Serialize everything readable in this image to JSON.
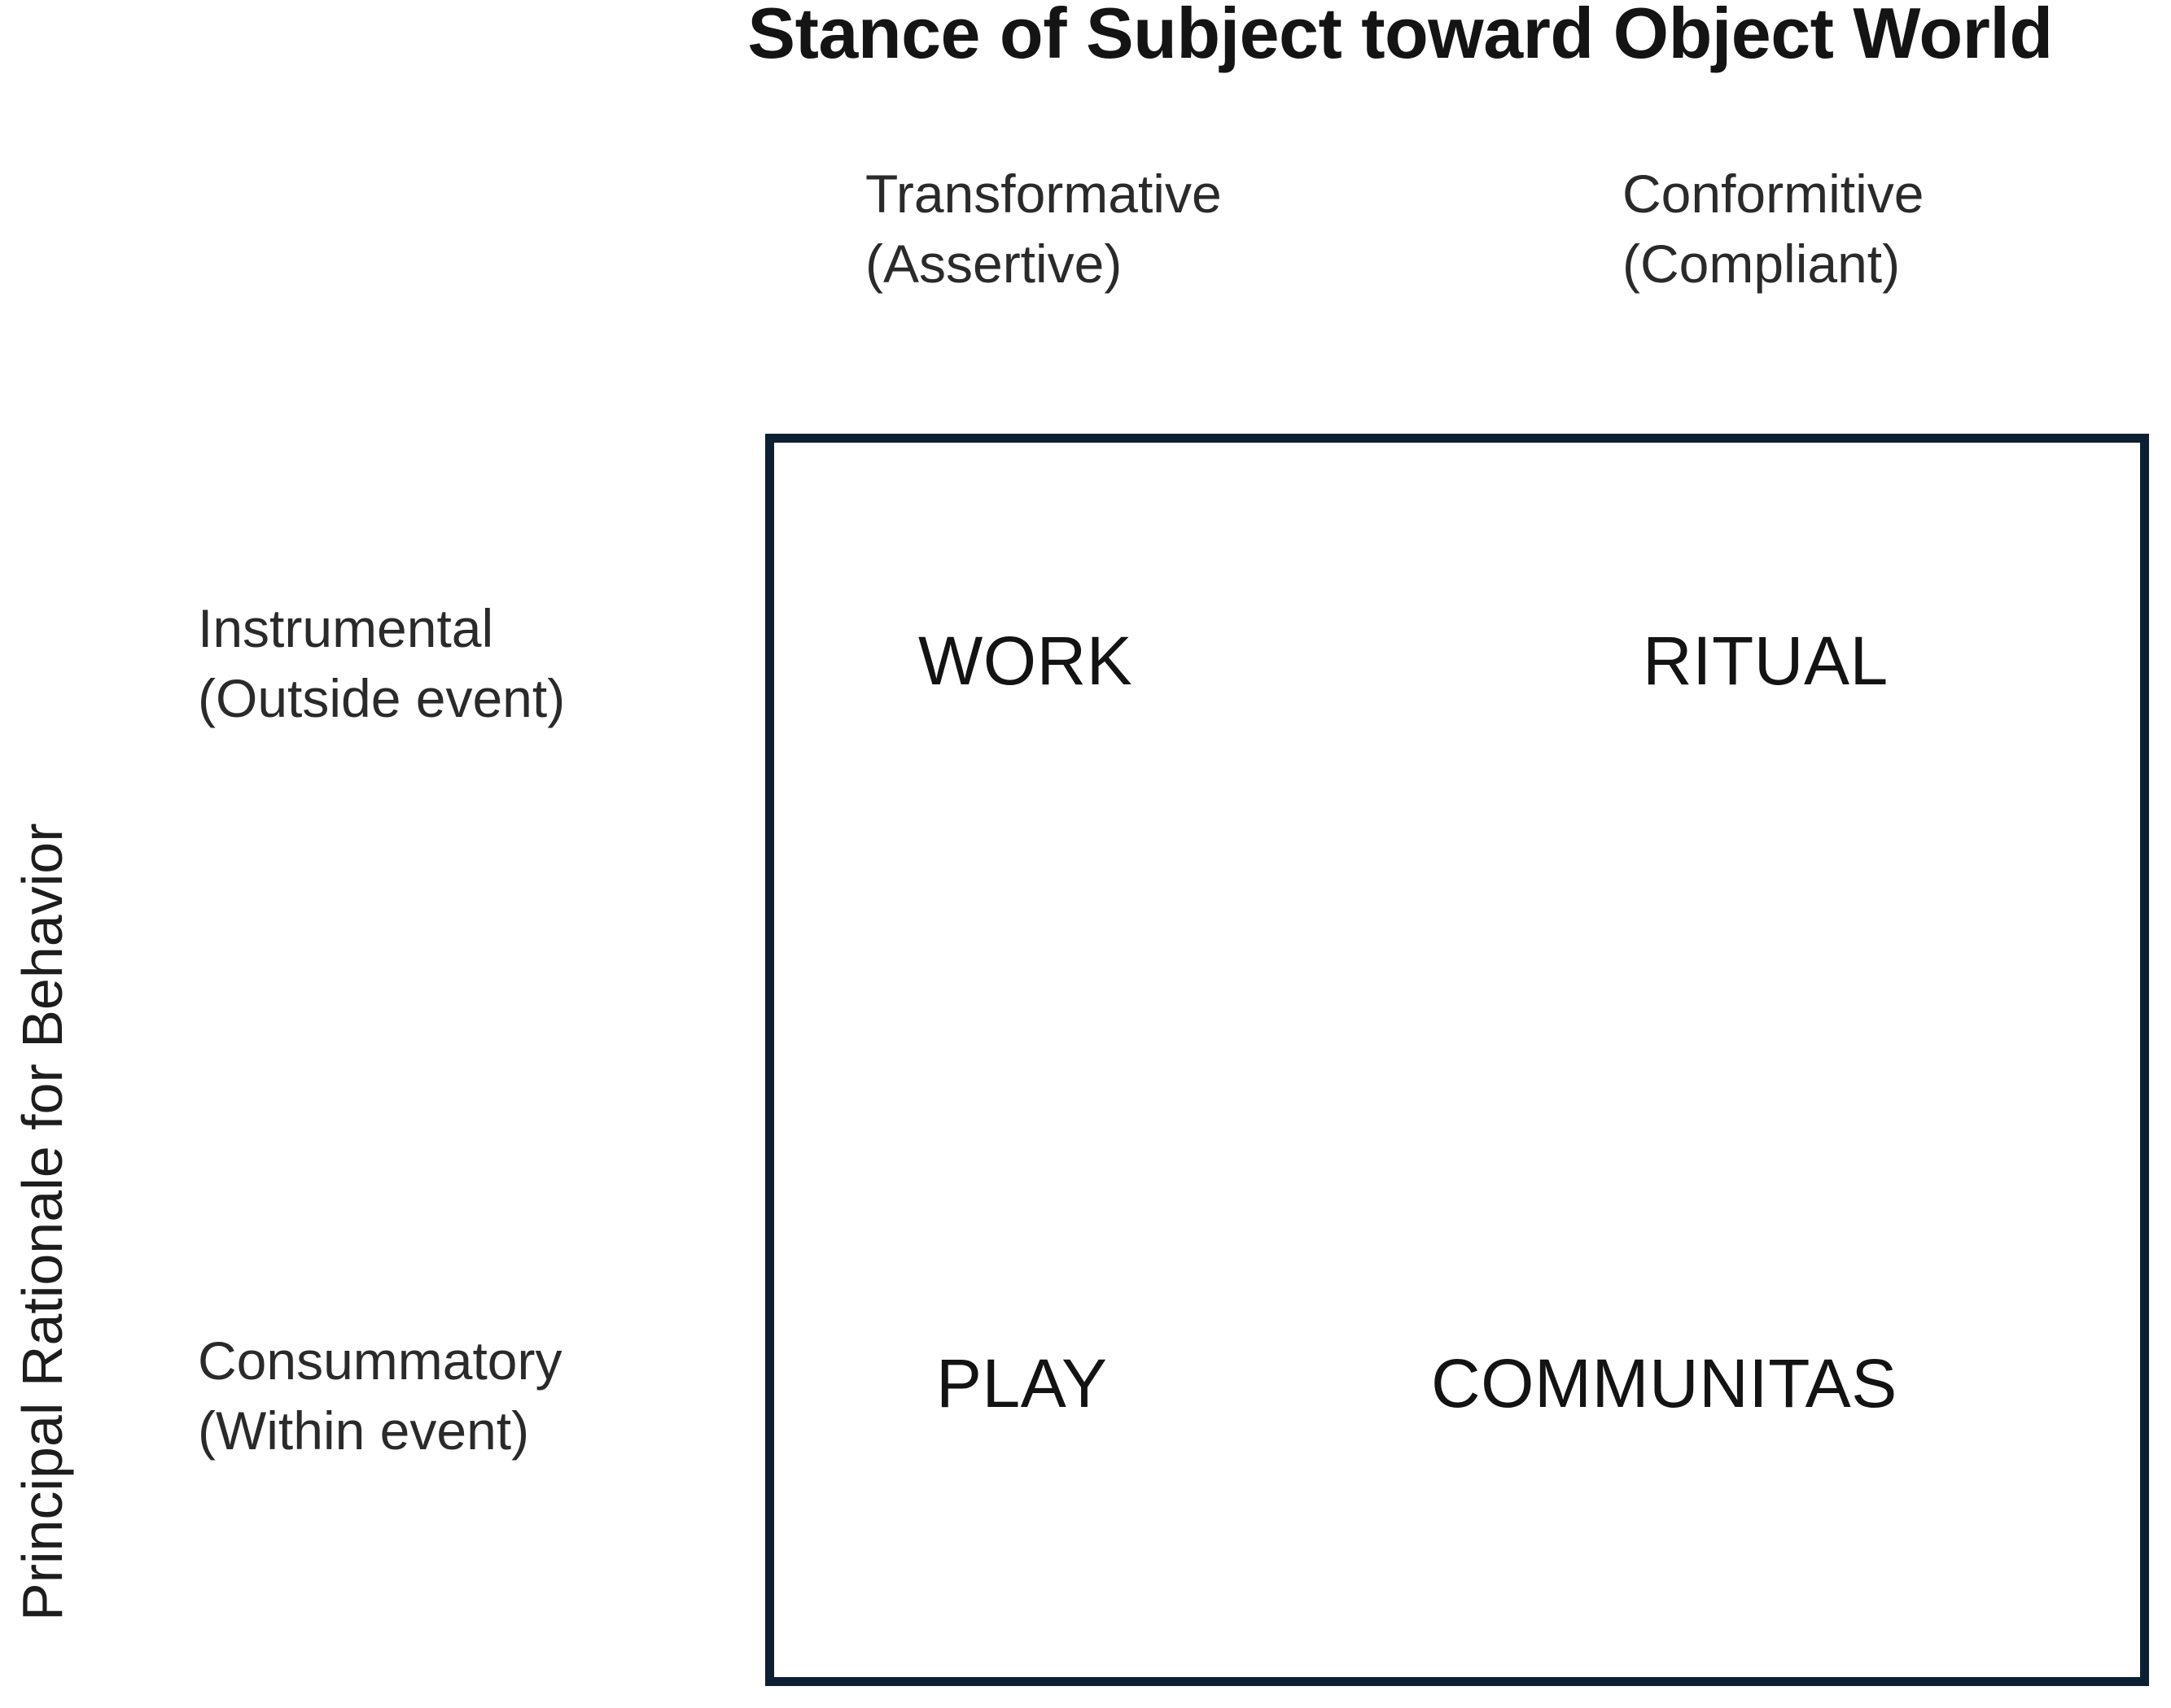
{
  "diagram": {
    "title": "Stance of Subject toward Object World",
    "x_axis_title": "Stance of Subject toward Object World",
    "y_axis_title": "Principal Rationale for Behavior",
    "border_color": "#0d2033",
    "background_color": "#ffffff",
    "text_color": "#171717",
    "columns": [
      {
        "label": "Transformative",
        "sublabel": "(Assertive)"
      },
      {
        "label": "Conformitive",
        "sublabel": "(Compliant)"
      }
    ],
    "rows": [
      {
        "label": "Instrumental",
        "sublabel": "(Outside event)"
      },
      {
        "label": "Consummatory",
        "sublabel": "(Within event)"
      }
    ],
    "cells": [
      {
        "row": "Instrumental",
        "column": "Transformative",
        "label": "WORK"
      },
      {
        "row": "Instrumental",
        "column": "Conformitive",
        "label": "RITUAL"
      },
      {
        "row": "Consummatory",
        "column": "Transformative",
        "label": "PLAY"
      },
      {
        "row": "Consummatory",
        "column": "Conformitive",
        "label": "COMMUNITAS"
      }
    ]
  }
}
